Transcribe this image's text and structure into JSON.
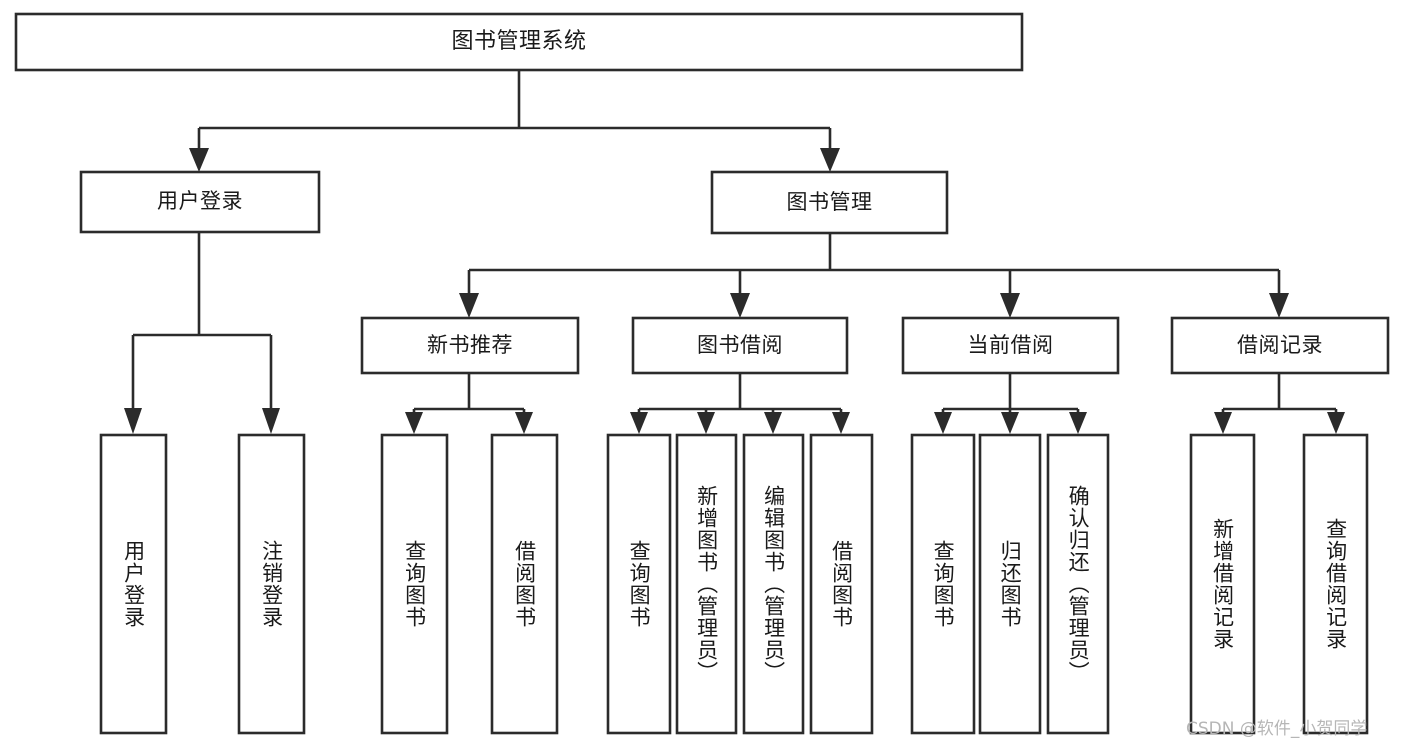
{
  "diagram": {
    "type": "tree-hierarchy",
    "title": "图书管理系统",
    "watermark": "CSDN @软件_小贺同学",
    "colors": {
      "stroke": "#2b2b2b",
      "fill": "#ffffff",
      "text": "#1a1a1a",
      "watermark": "#b6b6b6",
      "background": "#ffffff"
    },
    "levels": {
      "root": "图书管理系统",
      "level2": [
        "用户登录",
        "图书管理"
      ],
      "level3": [
        "新书推荐",
        "图书借阅",
        "当前借阅",
        "借阅记录"
      ],
      "level4": [
        "用户登录",
        "注销登录",
        "查询图书",
        "借阅图书",
        "查询图书",
        "新增图书（管理员）",
        "编辑图书（管理员）",
        "借阅图书",
        "查询图书",
        "归还图书",
        "确认归还（管理员）",
        "新增借阅记录",
        "查询借阅记录"
      ]
    },
    "nodes": {
      "root": {
        "label": "图书管理系统"
      },
      "user_login": {
        "label": "用户登录"
      },
      "book_manage": {
        "label": "图书管理"
      },
      "new_book_rec": {
        "label": "新书推荐"
      },
      "book_borrow": {
        "label": "图书借阅"
      },
      "current_borrow": {
        "label": "当前借阅"
      },
      "borrow_record": {
        "label": "借阅记录"
      },
      "leaf_user_login": {
        "label": "用户登录"
      },
      "leaf_logout": {
        "label": "注销登录"
      },
      "leaf_query_book_1": {
        "label": "查询图书"
      },
      "leaf_borrow_book_1": {
        "label": "借阅图书"
      },
      "leaf_query_book_2": {
        "label": "查询图书"
      },
      "leaf_add_book": {
        "label": "新增图书（管理员）"
      },
      "leaf_edit_book": {
        "label": "编辑图书（管理员）"
      },
      "leaf_borrow_book_2": {
        "label": "借阅图书"
      },
      "leaf_query_book_3": {
        "label": "查询图书"
      },
      "leaf_return_book": {
        "label": "归还图书"
      },
      "leaf_confirm_return": {
        "label": "确认归还（管理员）"
      },
      "leaf_add_record": {
        "label": "新增借阅记录"
      },
      "leaf_query_record": {
        "label": "查询借阅记录"
      }
    }
  }
}
